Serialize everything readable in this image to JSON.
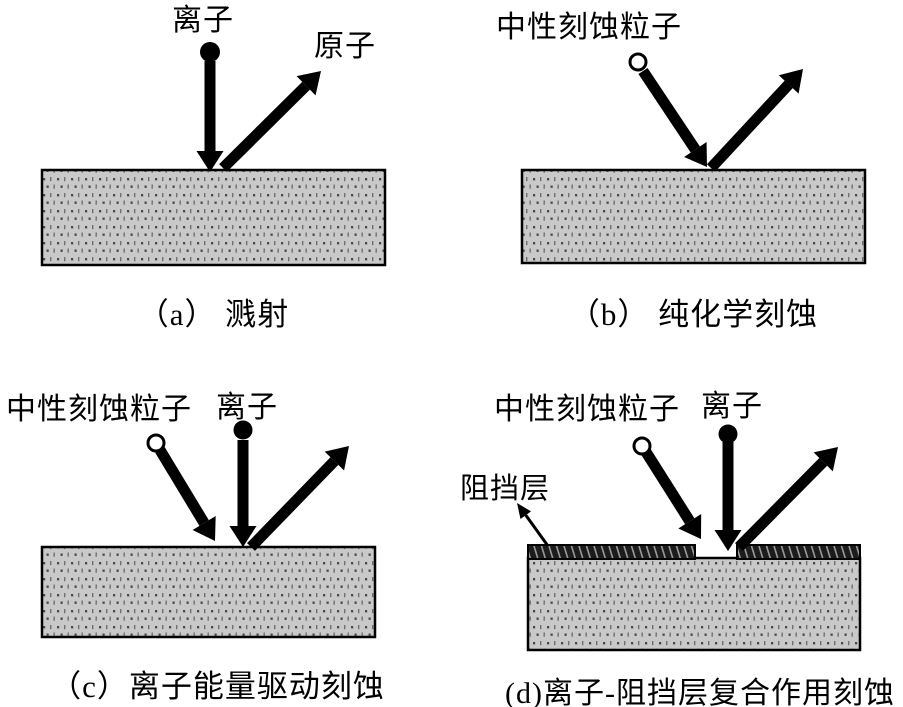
{
  "figure": {
    "type": "schematic-diagram",
    "description": "Four plasma etching mechanism schematics (a-d)",
    "background": "#ffffff"
  },
  "colors": {
    "arrow": "#000000",
    "text": "#000000",
    "substrate_fill": "#c9c9c9",
    "substrate_dot_dark": "#4a4a4a",
    "substrate_dot_mid": "#6f6f6f",
    "substrate_border": "#000000",
    "barrier_fill": "#1c1c1c",
    "barrier_hatch": "#9a9a9a",
    "neutral_particle_fill": "#ffffff"
  },
  "icons": {
    "ion_particle": "filled-circle",
    "neutral_particle": "open-circle",
    "impact_arrow": "thick-black-arrow",
    "pointer_arrow": "thin-black-arrow"
  },
  "panels": {
    "a": {
      "caption": "（a） 溅射",
      "labels": {
        "ion": "离子",
        "atom": "原子"
      }
    },
    "b": {
      "caption": "（b） 纯化学刻蚀",
      "labels": {
        "neutral": "中性刻蚀粒子"
      }
    },
    "c": {
      "caption": "（c）离子能量驱动刻蚀",
      "labels": {
        "neutral": "中性刻蚀粒子",
        "ion": "离子"
      }
    },
    "d": {
      "caption": "(d)离子-阻挡层复合作用刻蚀",
      "labels": {
        "neutral": "中性刻蚀粒子",
        "ion": "离子",
        "barrier": "阻挡层"
      }
    }
  }
}
